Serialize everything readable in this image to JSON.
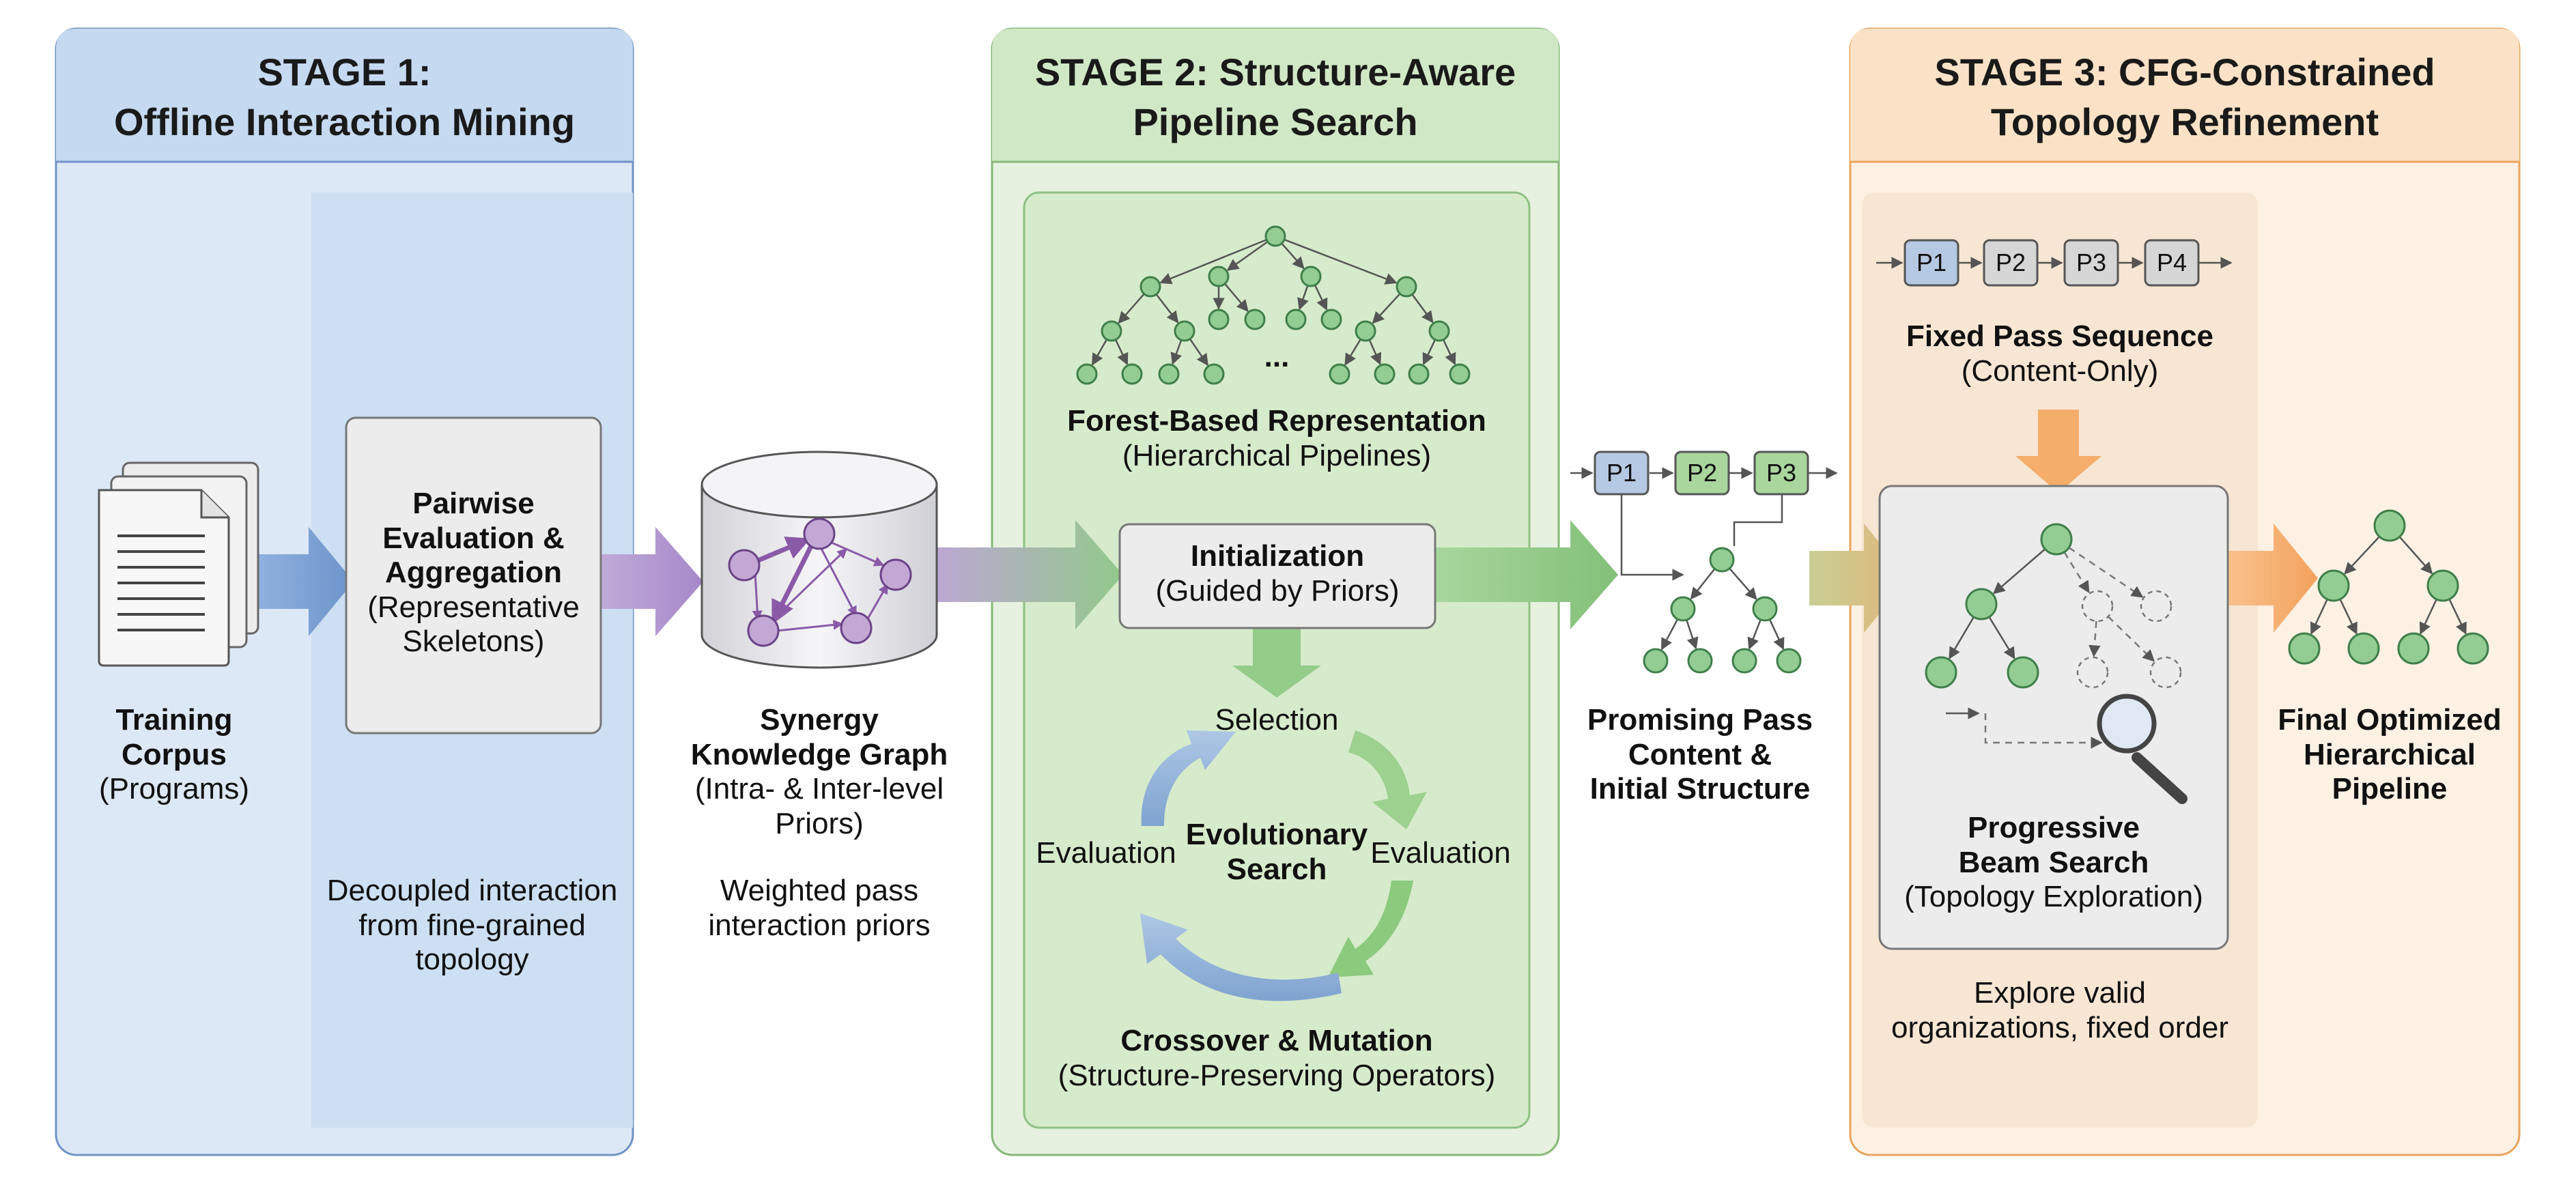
{
  "stage1": {
    "title_line1": "STAGE 1:",
    "title_line2": "Offline Interaction Mining",
    "corpus_line1": "Training",
    "corpus_line2": "Corpus",
    "corpus_sub": "(Programs)",
    "pairwise_line1": "Pairwise",
    "pairwise_line2": "Evaluation &",
    "pairwise_line3": "Aggregation",
    "pairwise_sub1": "(Representative",
    "pairwise_sub2": "Skeletons)",
    "note_line1": "Decoupled interaction",
    "note_line2": "from fine-grained",
    "note_line3": "topology",
    "graph_line1": "Synergy",
    "graph_line2": "Knowledge Graph",
    "graph_sub1": "(Intra- & Inter-level",
    "graph_sub2": "Priors)",
    "graph_note1": "Weighted pass",
    "graph_note2": "interaction priors"
  },
  "stage2": {
    "title_line1": "STAGE 2: Structure-Aware",
    "title_line2": "Pipeline Search",
    "ellipsis": "...",
    "forest_title": "Forest-Based Representation",
    "forest_sub": "(Hierarchical Pipelines)",
    "init_title": "Initialization",
    "init_sub": "(Guided by Priors)",
    "selection": "Selection",
    "evaluation_left": "Evaluation",
    "evaluation_right": "Evaluation",
    "evo_line1": "Evolutionary",
    "evo_line2": "Search",
    "crossover_title": "Crossover & Mutation",
    "crossover_sub": "(Structure-Preserving Operators)"
  },
  "middle": {
    "passes": [
      "P1",
      "P2",
      "P3"
    ],
    "label_line1": "Promising Pass",
    "label_line2": "Content &",
    "label_line3": "Initial Structure"
  },
  "stage3": {
    "title_line1": "STAGE 3: CFG-Constrained",
    "title_line2": "Topology Refinement",
    "passes": [
      "P1",
      "P2",
      "P3",
      "P4"
    ],
    "fixed_title": "Fixed Pass Sequence",
    "fixed_sub": "(Content-Only)",
    "beam_line1": "Progressive",
    "beam_line2": "Beam Search",
    "beam_sub": "(Topology Exploration)",
    "note_line1": "Explore valid",
    "note_line2": "organizations, fixed order"
  },
  "final": {
    "line1": "Final Optimized",
    "line2": "Hierarchical",
    "line3": "Pipeline"
  },
  "colors": {
    "stage1_fill": "#dde8f6",
    "stage1_header": "#c5d9f0",
    "stage1_border": "#6f93c7",
    "stage2_fill": "#e6f1df",
    "stage2_header": "#d1e8c6",
    "stage2_border": "#86b978",
    "stage3_fill": "#fdf1e4",
    "stage3_header": "#fbe2c6",
    "stage3_border": "#eaa45c",
    "node_fill": "#93cd93",
    "node_stroke": "#3f7f4a",
    "graph_node": "#c3a8d6",
    "graph_edge": "#8a5aa8"
  }
}
